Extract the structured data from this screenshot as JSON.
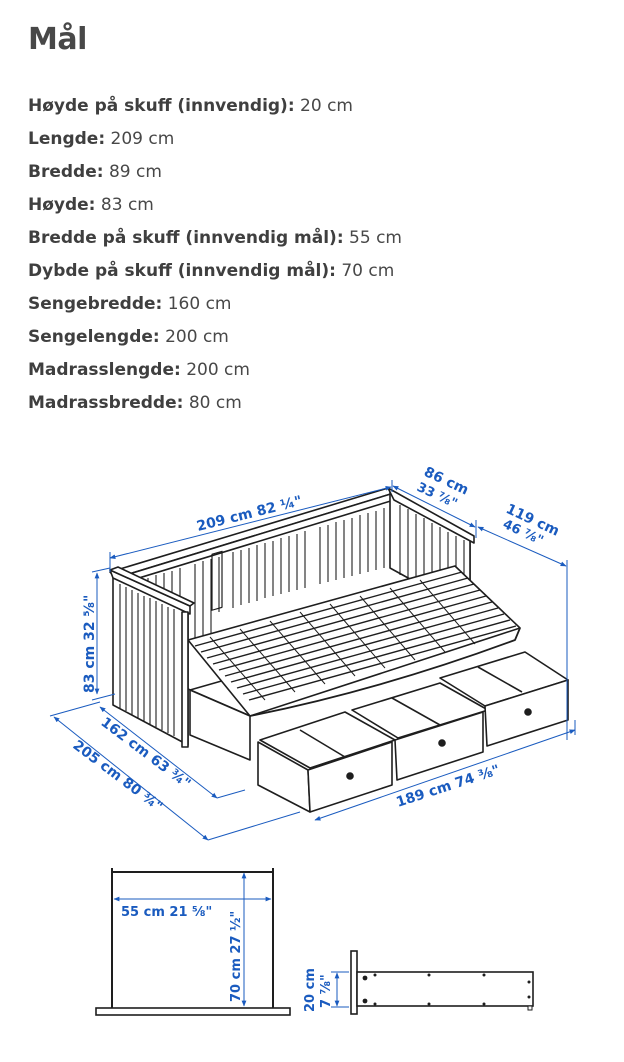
{
  "section": {
    "title": "Mål"
  },
  "specs": [
    {
      "label": "Høyde på skuff (innvendig):",
      "value": "20 cm"
    },
    {
      "label": "Lengde:",
      "value": "209 cm"
    },
    {
      "label": "Bredde:",
      "value": "89 cm"
    },
    {
      "label": "Høyde:",
      "value": "83 cm"
    },
    {
      "label": "Bredde på skuff (innvendig mål):",
      "value": "55 cm"
    },
    {
      "label": "Dybde på skuff (innvendig mål):",
      "value": "70 cm"
    },
    {
      "label": "Sengebredde:",
      "value": "160 cm"
    },
    {
      "label": "Sengelengde:",
      "value": "200 cm"
    },
    {
      "label": "Madrasslengde:",
      "value": "200 cm"
    },
    {
      "label": "Madrassbredde:",
      "value": "80 cm"
    }
  ],
  "diagram": {
    "dimension_color": "#1a5bbf",
    "labels": {
      "length": "209 cm 82 ¼\"",
      "depth_cm": "86 cm",
      "depth_in": "33 ⅞\"",
      "extended_cm": "119 cm",
      "extended_in": "46 ⅞\"",
      "height": "83 cm 32 ⅝\"",
      "bed_width": "162 cm 63 ¾\"",
      "extended_width": "205 cm 80 ¾\"",
      "front_length": "189 cm 74 ⅜\"",
      "drawer_width": "55 cm 21 ⅝\"",
      "drawer_depth": "70 cm 27 ½\"",
      "drawer_height_cm": "20 cm",
      "drawer_height_in": "7 ⅞\""
    }
  }
}
